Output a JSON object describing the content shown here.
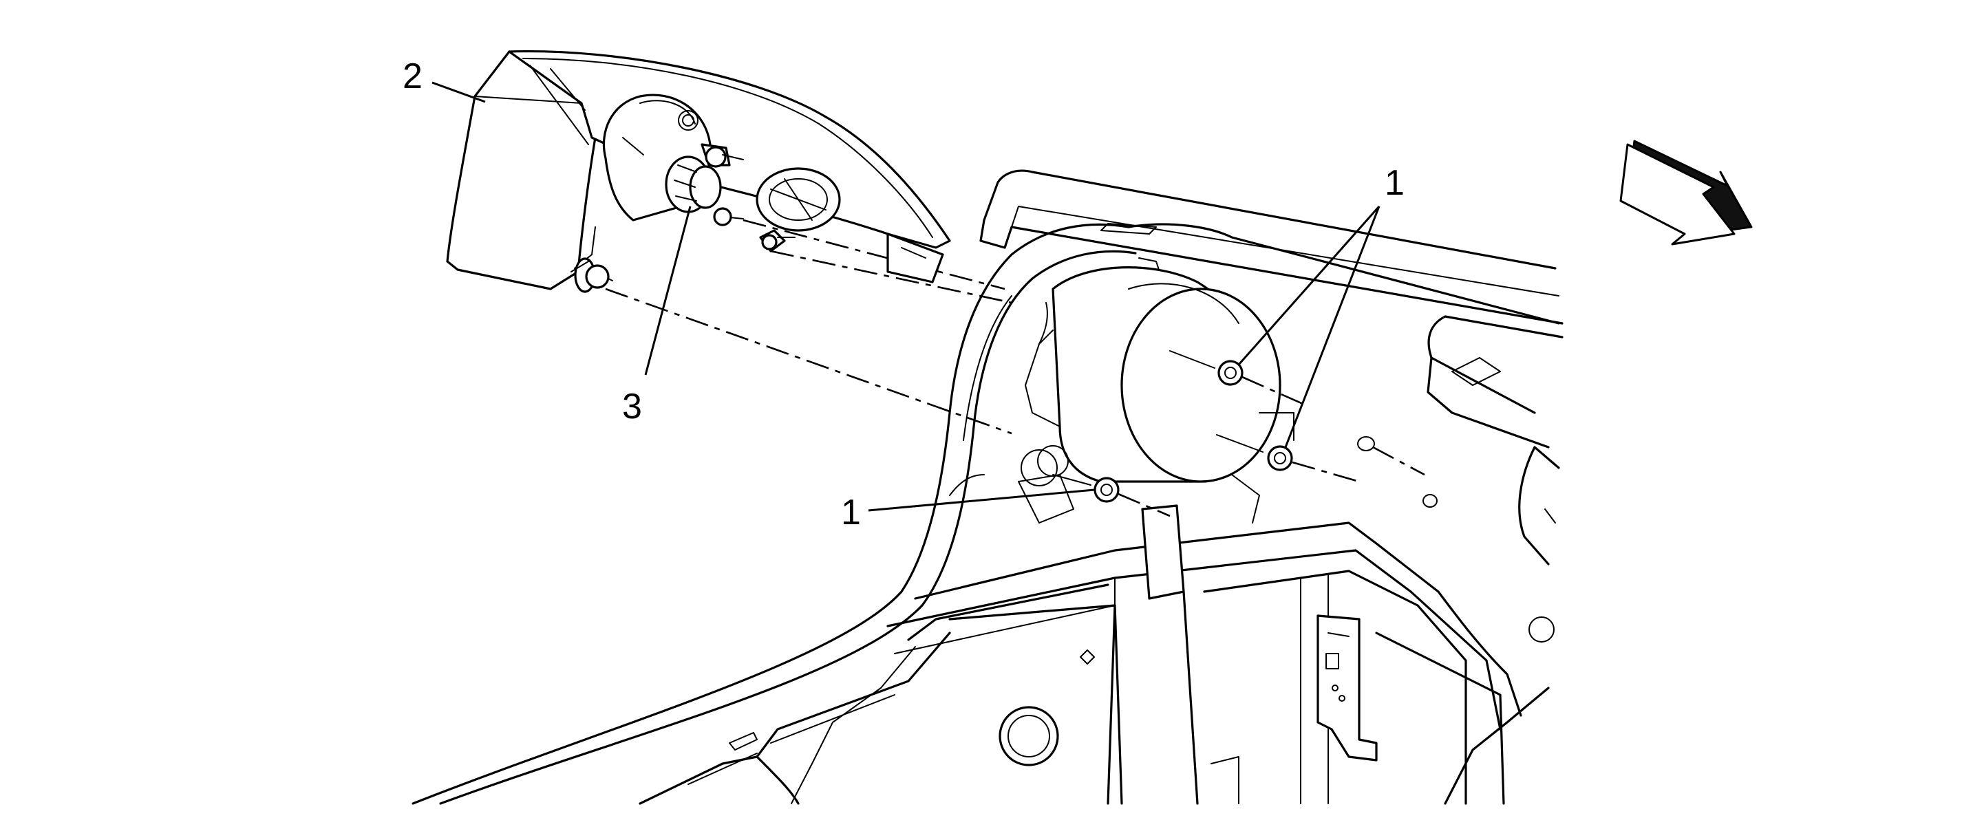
{
  "callouts": {
    "label_1": "1",
    "label_2": "2",
    "label_3": "3"
  },
  "icons": {
    "view_direction": "view-direction-arrow-icon"
  },
  "colors": {
    "line": "#000000",
    "background": "#ffffff",
    "arrow_dark": "#111111"
  }
}
